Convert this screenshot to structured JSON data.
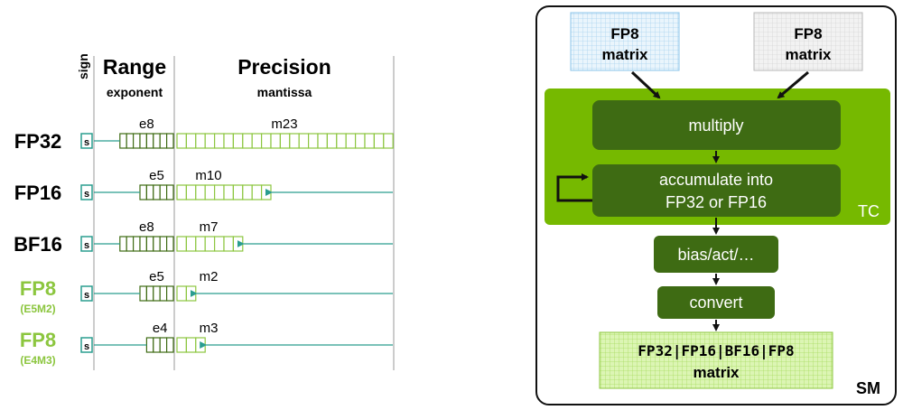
{
  "formats": {
    "headers": {
      "sign": "sign",
      "range": "Range",
      "exponent": "exponent",
      "precision": "Precision",
      "mantissa": "mantissa"
    },
    "sign_box": "s",
    "rows": [
      {
        "name": "FP32",
        "variant": "",
        "exp_label": "e8",
        "man_label": "m23",
        "exp_bits": 8,
        "man_bits": 23,
        "color": "#000000"
      },
      {
        "name": "FP16",
        "variant": "",
        "exp_label": "e5",
        "man_label": "m10",
        "exp_bits": 5,
        "man_bits": 10,
        "color": "#000000"
      },
      {
        "name": "BF16",
        "variant": "",
        "exp_label": "e8",
        "man_label": "m7",
        "exp_bits": 8,
        "man_bits": 7,
        "color": "#000000"
      },
      {
        "name": "FP8",
        "variant": "(E5M2)",
        "exp_label": "e5",
        "man_label": "m2",
        "exp_bits": 5,
        "man_bits": 2,
        "color": "#8cc63f"
      },
      {
        "name": "FP8",
        "variant": "(E4M3)",
        "exp_label": "e4",
        "man_label": "m3",
        "exp_bits": 4,
        "man_bits": 3,
        "color": "#8cc63f"
      }
    ]
  },
  "pipeline": {
    "input_a": [
      "FP8",
      "matrix"
    ],
    "input_b": [
      "FP8",
      "matrix"
    ],
    "multiply": "multiply",
    "accumulate": [
      "accumulate into",
      "FP32 or FP16"
    ],
    "tc_label": "TC",
    "bias": "bias/act/…",
    "convert": "convert",
    "output": [
      "FP32|FP16|BF16|FP8",
      "matrix"
    ],
    "sm_label": "SM"
  },
  "colors": {
    "green": "#76b900",
    "dark_green": "#3e6b13",
    "light_green": "#8cc63f",
    "teal": "#2a9d8f"
  }
}
